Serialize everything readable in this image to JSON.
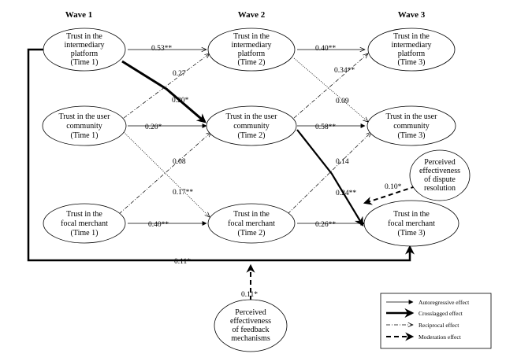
{
  "waves": [
    "Wave 1",
    "Wave 2",
    "Wave 3"
  ],
  "nodes": {
    "ip1": [
      "Trust in the",
      "intermediary",
      "platform",
      "(Time 1)"
    ],
    "uc1": [
      "Trust in the user",
      "community",
      "(Time 1)"
    ],
    "fm1": [
      "Trust in the",
      "focal merchant",
      "(Time 1)"
    ],
    "ip2": [
      "Trust in the",
      "intermediary",
      "platform",
      "(Time 2)"
    ],
    "uc2": [
      "Trust in the user",
      "community",
      "(Time 2)"
    ],
    "fm2": [
      "Trust in the",
      "focal merchant",
      "(Time 2)"
    ],
    "ip3": [
      "Trust in the",
      "intermediary",
      "platform",
      "(Time 3)"
    ],
    "uc3": [
      "Trust in the user",
      "community",
      "(Time 3)"
    ],
    "fm3": [
      "Trust in the",
      "focal merchant",
      "(Time 3)"
    ],
    "dr": [
      "Perceived",
      "effectiveness",
      "of dispute",
      "resolution"
    ],
    "fb": [
      "Perceived",
      "effectiveness",
      "of feedback",
      "mechanisms"
    ]
  },
  "coefficients": {
    "ip1_ip2": "0.53**",
    "ip2_ip3": "0.40**",
    "uc1_ip2": "0.27",
    "uc2_ip3": "0.34**",
    "ip1_uc2": "0.20*",
    "ip2_uc3": "0.09",
    "uc1_uc2": "0.20*",
    "uc2_uc3": "0.58**",
    "fm1_uc2": "0.08",
    "fm2_uc3": "0.14",
    "uc1_fm2": "0.17**",
    "uc2_fm3": "0.24**",
    "dr_mod": "0.10*",
    "fm1_fm2": "0.40**",
    "fm2_fm3": "0.26**",
    "ip1_fm3": "0.11*",
    "fb_mod": "0.11*"
  },
  "legend": {
    "autoregressive": "Autoregressive effect",
    "crosslagged": "Crosslagged effect",
    "reciprocal": "Reciprocal effect",
    "moderation": "Moderation effect"
  }
}
